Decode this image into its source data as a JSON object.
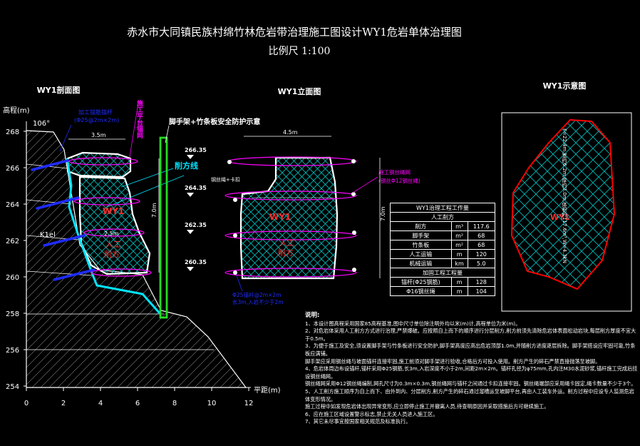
{
  "title": "赤水市大同镇民族村绵竹林危岩带治理施工图设计WY1危岩单体治理图",
  "scale": "比例尺 1:100",
  "views": {
    "section": "WY1剖面图",
    "elevation": "WY1立面图",
    "sketch": "WY1示意图"
  },
  "section": {
    "y_axis_label": "高程(m)",
    "x_axis_label": "平距(m)",
    "y_ticks": [
      "268",
      "266",
      "264",
      "262",
      "260",
      "258",
      "256",
      "254"
    ],
    "x_ticks": [
      "0",
      "2",
      "4",
      "6",
      "8",
      "10",
      "12"
    ],
    "angle": "106°",
    "rock_label": "K1el",
    "dim_width": "3.5m",
    "dim_height": "7.0m",
    "wy_label": "WY1",
    "cut_label_1": "人工",
    "cut_label_2": "削方",
    "cut_line": "削方线",
    "anchor_note_1": "加工锚筋锚杆",
    "anchor_note_2": "(Φ25@2m×2m)",
    "net_note": "施工平台锚网",
    "sketch_2_5m": "2.5m"
  },
  "elevation": {
    "scaffold_note": "脚手架+竹条板安全防护示意",
    "dim_width": "4.5m",
    "dim_height": "7.0m",
    "wy_label": "WY1",
    "cut_label_1": "人工",
    "cut_label_2": "削方",
    "levels": [
      "266.35",
      "264.35",
      "262.35",
      "260.35"
    ],
    "rope_note": "钢丝绳+卡扣",
    "net_note_1": "施工钢丝绳网",
    "net_note_2": "(钢丝Φ12钢丝绳)",
    "anchor_note_1": "Φ25锚杆@2m×2m",
    "anchor_note_2": "长3m,入岩不少于2m"
  },
  "table": {
    "title": "WY1治理工程工作量",
    "group1": "人工削方",
    "group2": "加固工程工程量",
    "rows1": [
      {
        "item": "削方",
        "unit": "m³",
        "qty": "117.6"
      },
      {
        "item": "脚手架",
        "unit": "m²",
        "qty": "68"
      },
      {
        "item": "竹条板",
        "unit": "m²",
        "qty": "68"
      },
      {
        "item": "人工运输",
        "unit": "m",
        "qty": "120"
      },
      {
        "item": "机械运输",
        "unit": "km",
        "qty": "5.0"
      }
    ],
    "rows2": [
      {
        "item": "锚杆(Φ25钢筋)",
        "unit": "m",
        "qty": "128"
      },
      {
        "item": "Φ16钢丝绳",
        "unit": "m",
        "qty": "104"
      }
    ]
  },
  "sketch": {
    "wy_label": "WY1",
    "side_note": "F=22.4m,宽约6.2m,厚约3.0m,体积约117.6m³,W=4.3kN"
  },
  "notes": {
    "heading": "说明:",
    "items": [
      "1、本设计图高程采用国家85高程基准,图中尺寸单位除注明外均以米(m)计,高程单位为米(m)。",
      "2、对危岩体采用人工削方方式进行治理,严禁爆破。应按照自上而下的顺序进行分层削方,削方前须先清除危岩体表面松动岩块,每层削方厚度不宜大于0.5m。",
      "3、为便于施工及安全,须设置脚手架与竹条板进行安全防护,脚手架高度应高出危岩顶部1.0m,并随削方进度逐层拆除。脚手架搭设应牢固可靠,竹条板应满铺。",
      "   脚手架应采用钢丝绳与坡面锚杆连接牢固,施工前须对脚手架进行验收,合格后方可投入使用。削方产生的碎石严禁直接抛落至坡脚。",
      "4、危岩体周边布设锚杆,锚杆采用Φ25钢筋,长3m,入岩深度不小于2m,间距2m×2m。锚杆孔径为φ75mm,孔内注M30水泥砂浆,锚杆施工完成后挂设钢丝绳网。",
      "   钢丝绳网采用Φ12钢丝绳编制,网孔尺寸为0.3m×0.3m,钢丝绳网与锚杆之间通过卡扣连接牢固。钢丝绳端部应采用绳卡固定,绳卡数量不少于3个。",
      "5、人工削方施工顺序为自上而下、由外到内、分层削方,削方产生的碎石通过溜槽运至坡脚平台,再由人工装车外运。削方过程中应设专人监测危岩体变形情况。",
      "   施工过程中如发现危岩体出现异常变形,应立即停止施工并撤离人员,待查明原因并采取措施后方可继续施工。",
      "6、应在施工区域设置警示标志,禁止无关人员进入施工区。",
      "7、其它未尽事宜按国家相关规范及标准执行。"
    ]
  },
  "colors": {
    "background": "#000000",
    "hatch": "#00c0c0",
    "cut_outline": "#ffffff",
    "cut_line": "#00e5ff",
    "anchor": "#1e2cff",
    "net": "#ff00ff",
    "scaffold": "#22dd22",
    "wy_label": "#ff3030",
    "annotation": "#ffff00",
    "sketch_border": "#ff0000"
  }
}
